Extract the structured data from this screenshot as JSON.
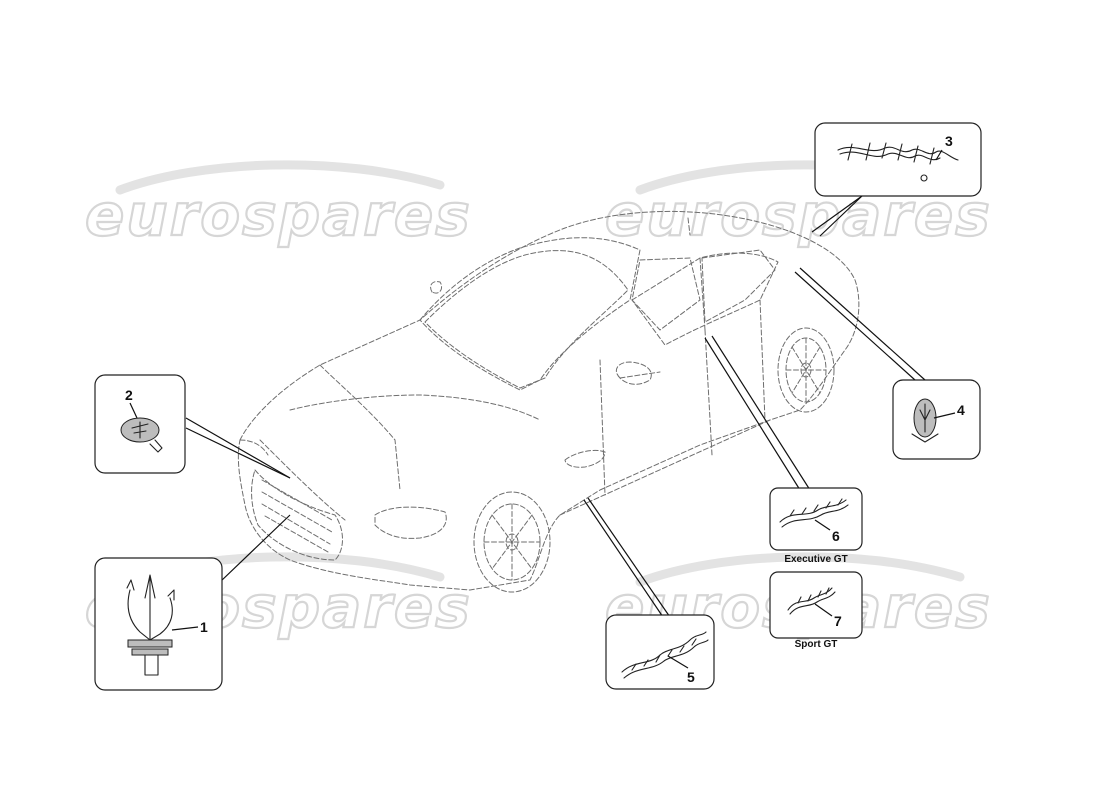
{
  "watermark": {
    "text": "eurospares"
  },
  "callouts": [
    {
      "id": "1",
      "number": "1",
      "part_icon": "trident-grille-badge-icon"
    },
    {
      "id": "2",
      "number": "2",
      "part_icon": "round-trident-emblem-icon"
    },
    {
      "id": "3",
      "number": "3",
      "part_icon": "maserati-script-lettering-icon"
    },
    {
      "id": "4",
      "number": "4",
      "part_icon": "oval-trident-c-pillar-badge-icon"
    },
    {
      "id": "5",
      "number": "5",
      "part_icon": "quattroporte-script-icon"
    },
    {
      "id": "6",
      "number": "6",
      "label": "Executive GT",
      "part_icon": "executive-gt-script-icon"
    },
    {
      "id": "7",
      "number": "7",
      "label": "Sport GT",
      "part_icon": "sport-gt-script-icon"
    }
  ]
}
